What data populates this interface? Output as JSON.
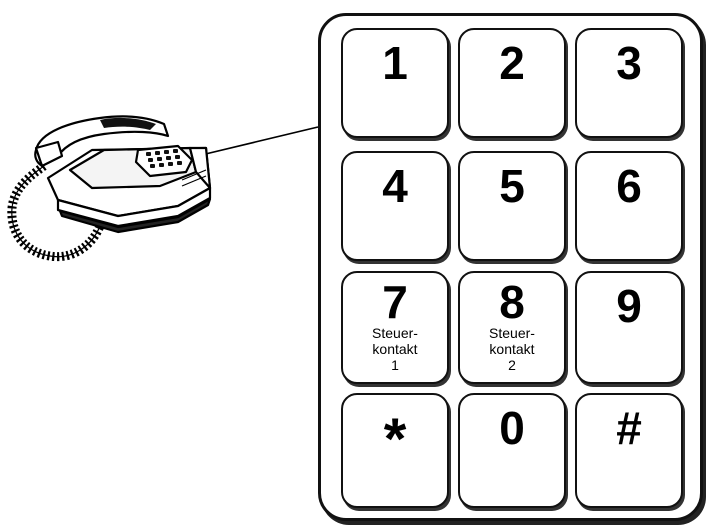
{
  "keypad": {
    "keys": [
      {
        "digit": "1",
        "label": ""
      },
      {
        "digit": "2",
        "label": ""
      },
      {
        "digit": "3",
        "label": ""
      },
      {
        "digit": "4",
        "label": ""
      },
      {
        "digit": "5",
        "label": ""
      },
      {
        "digit": "6",
        "label": ""
      },
      {
        "digit": "7",
        "label": "Steuer-\nkontakt\n1"
      },
      {
        "digit": "8",
        "label": "Steuer-\nkontakt\n2"
      },
      {
        "digit": "9",
        "label": ""
      },
      {
        "digit": "*",
        "label": ""
      },
      {
        "digit": "0",
        "label": ""
      },
      {
        "digit": "#",
        "label": ""
      }
    ]
  }
}
